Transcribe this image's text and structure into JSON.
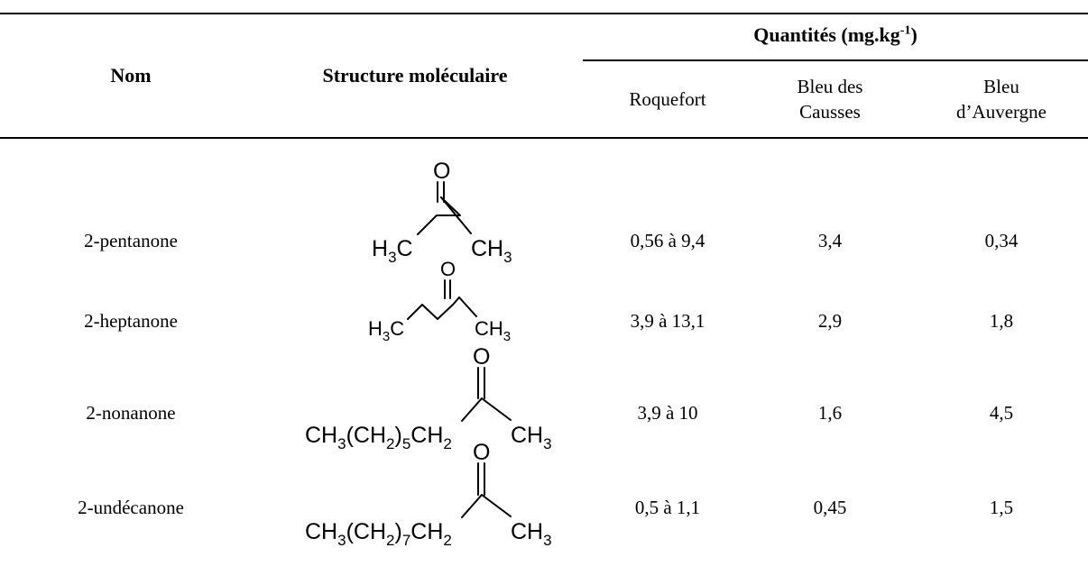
{
  "table": {
    "header": {
      "name_col": "Nom",
      "structure_col": "Structure moléculaire",
      "quantities_group": "Quantités (mg.kg",
      "quantities_unit_sup": "-1",
      "quantities_close": ")",
      "cheese_cols": [
        {
          "line1": "Roquefort",
          "line2": ""
        },
        {
          "line1": "Bleu des",
          "line2": "Causses"
        },
        {
          "line1": "Bleu",
          "line2": "d’Auvergne"
        }
      ]
    },
    "rows": [
      {
        "name": "2-pentanone",
        "values": [
          "0,56 à 9,4",
          "3,4",
          "0,34"
        ],
        "formula": {
          "oxygen": "O",
          "left_group": [
            "H",
            "3",
            "C"
          ],
          "right_group": [
            "CH",
            "3"
          ]
        }
      },
      {
        "name": "2-heptanone",
        "values": [
          "3,9 à 13,1",
          "2,9",
          "1,8"
        ],
        "formula": {
          "oxygen": "O",
          "left_group": [
            "H",
            "3",
            "C"
          ],
          "right_group": [
            "CH",
            "3"
          ]
        }
      },
      {
        "name": "2-nonanone",
        "values": [
          "3,9 à 10",
          "1,6",
          "4,5"
        ],
        "formula": {
          "oxygen": "O",
          "left_group": [
            "CH",
            "3",
            "(CH",
            "2",
            ")",
            "5",
            "CH",
            "2"
          ],
          "right_group": [
            "CH",
            "3"
          ]
        }
      },
      {
        "name": "2-undécanone",
        "values": [
          "0,5 à 1,1",
          "0,45",
          "1,5"
        ],
        "formula": {
          "oxygen": "O",
          "left_group": [
            "CH",
            "3",
            "(CH",
            "2",
            ")",
            "7",
            "CH",
            "2"
          ],
          "right_group": [
            "CH",
            "3"
          ]
        }
      }
    ]
  }
}
